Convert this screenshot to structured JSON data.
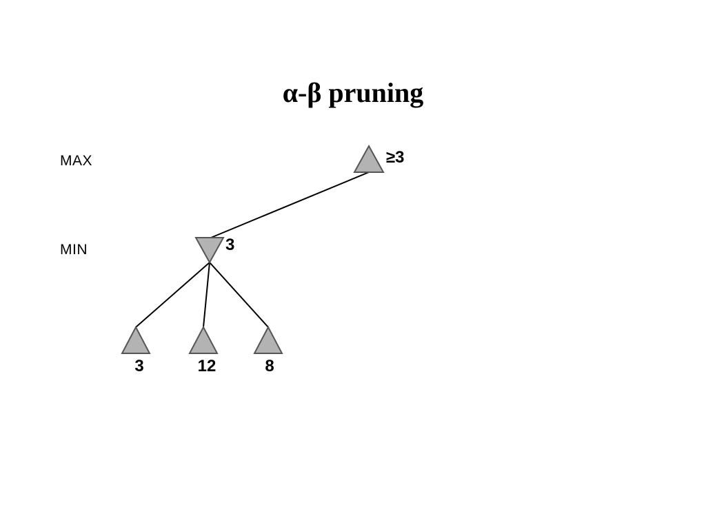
{
  "title": "α-β pruning",
  "levels": {
    "max": "MAX",
    "min": "MIN"
  },
  "tree": {
    "root": {
      "type": "max",
      "value": "≥3"
    },
    "min_node": {
      "type": "min",
      "value": "3"
    },
    "leaves": [
      {
        "type": "max",
        "value": "3"
      },
      {
        "type": "max",
        "value": "12"
      },
      {
        "type": "max",
        "value": "8"
      }
    ]
  },
  "colors": {
    "node_fill": "#b3b3b3",
    "node_stroke": "#555555",
    "edge": "#000000"
  }
}
